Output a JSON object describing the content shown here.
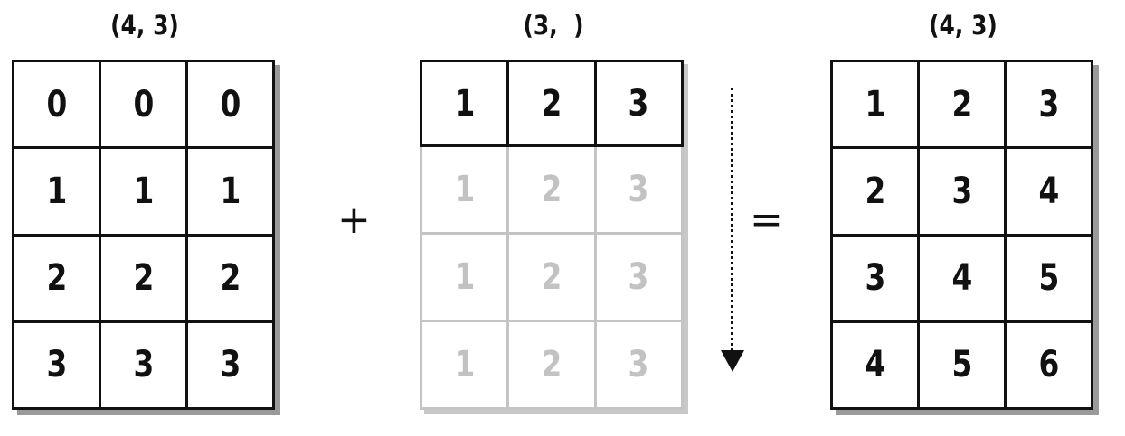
{
  "left": {
    "shape_label": "(4, 3)",
    "rows": [
      [
        "0",
        "0",
        "0"
      ],
      [
        "1",
        "1",
        "1"
      ],
      [
        "2",
        "2",
        "2"
      ],
      [
        "3",
        "3",
        "3"
      ]
    ]
  },
  "plus": "+",
  "middle": {
    "shape_label": "(3,  )",
    "row": [
      "1",
      "2",
      "3"
    ],
    "broadcast_rows": [
      [
        "1",
        "2",
        "3"
      ],
      [
        "1",
        "2",
        "3"
      ],
      [
        "1",
        "2",
        "3"
      ]
    ]
  },
  "equals": "=",
  "right": {
    "shape_label": "(4, 3)",
    "rows": [
      [
        "1",
        "2",
        "3"
      ],
      [
        "2",
        "3",
        "4"
      ],
      [
        "3",
        "4",
        "5"
      ],
      [
        "4",
        "5",
        "6"
      ]
    ]
  },
  "colors": {
    "line": "#111111",
    "ghost": "#c2c2c2",
    "shadow": "#9a9a9a"
  }
}
